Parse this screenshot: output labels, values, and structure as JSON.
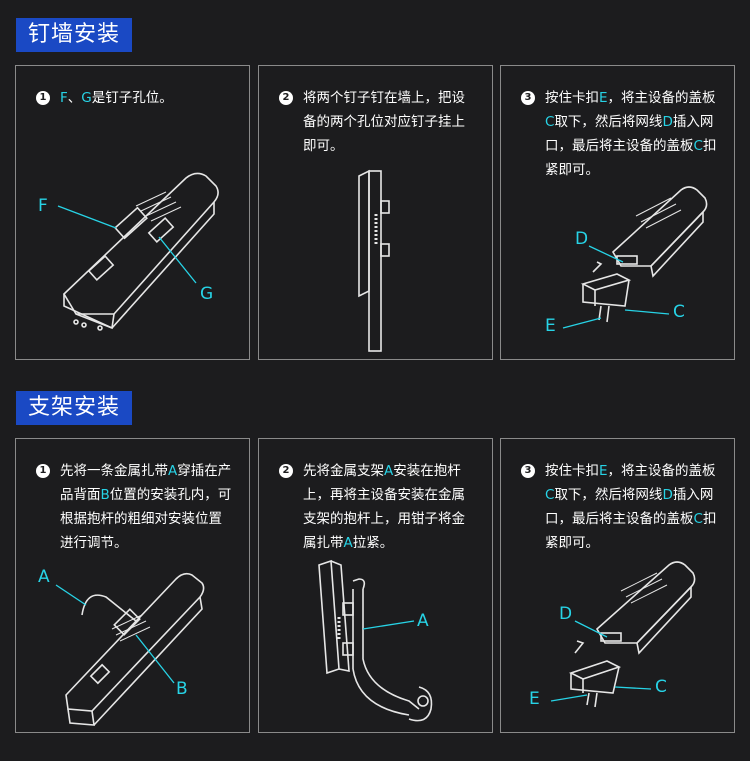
{
  "sections": [
    {
      "title": "钉墙安装"
    },
    {
      "title": "支架安装"
    }
  ],
  "wall": {
    "s1": {
      "num": "1",
      "parts": [
        "F",
        "、",
        "G",
        "是钉子孔位。"
      ],
      "labels": {
        "f": "F",
        "g": "G"
      }
    },
    "s2": {
      "num": "2",
      "text": "将两个钉子钉在墙上，把设备的两个孔位对应钉子挂上即可。"
    },
    "s3": {
      "num": "3",
      "parts": [
        "按住卡扣",
        "E",
        "，将主设备的盖板",
        "C",
        "取下，然后将网线",
        "D",
        "插入网口，最后将主设备的盖板",
        "C",
        "扣紧即可。"
      ],
      "labels": {
        "d": "D",
        "c": "C",
        "e": "E"
      }
    }
  },
  "pole": {
    "s1": {
      "num": "1",
      "parts": [
        "先将一条金属扎带",
        "A",
        "穿插在产品背面",
        "B",
        "位置的安装孔内，可根据抱杆的粗细对安装位置进行调节。"
      ],
      "labels": {
        "a": "A",
        "b": "B"
      }
    },
    "s2": {
      "num": "2",
      "parts": [
        "先将金属支架",
        "A",
        "安装在抱杆上，再将主设备安装在金属支架的抱杆上，用钳子将金属扎带",
        "A",
        "拉紧。"
      ],
      "labels": {
        "a": "A"
      }
    },
    "s3": {
      "num": "3",
      "parts": [
        "按住卡扣",
        "E",
        "，将主设备的盖板",
        "C",
        "取下，然后将网线",
        "D",
        "插入网口，最后将主设备的盖板",
        "C",
        "扣紧即可。"
      ],
      "labels": {
        "d": "D",
        "c": "C",
        "e": "E"
      }
    }
  },
  "colors": {
    "accent": "#27d3e6",
    "title_bg": "#1a49c4",
    "background": "#1c1c1e"
  }
}
